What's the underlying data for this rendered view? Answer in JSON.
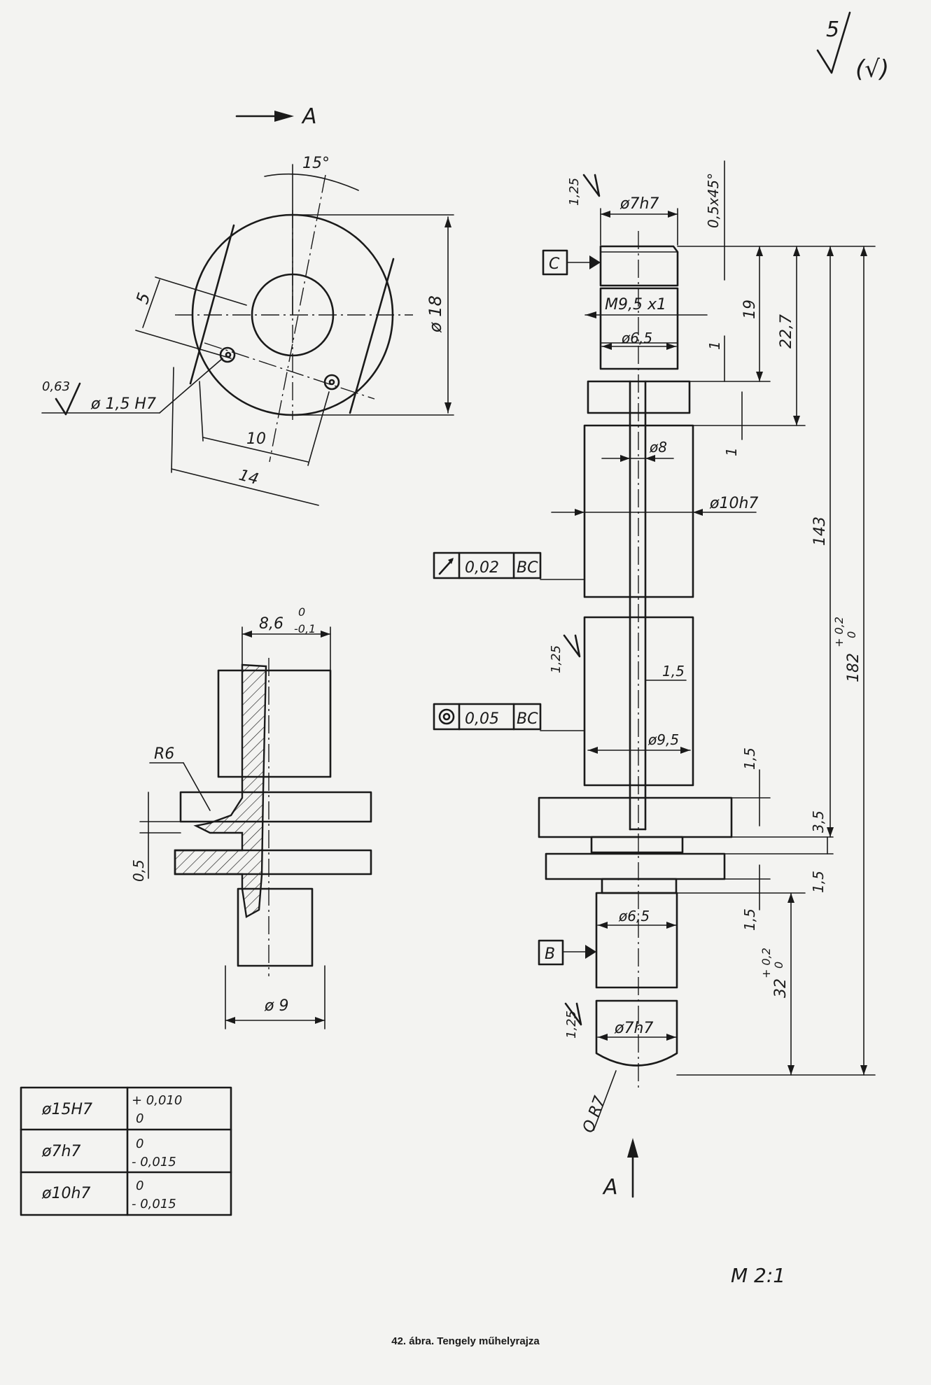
{
  "roughness": {
    "top_value": "5",
    "top_paren": "(√)",
    "hole_value": "0,63",
    "shaft_values": [
      "1,25",
      "1,25",
      "1,25"
    ]
  },
  "end_view": {
    "view_arrow": "A",
    "angle": "15°",
    "dims": {
      "width": "5",
      "dia": "ø 18",
      "hole": "ø 1,5 H7",
      "pitch_10": "10",
      "pitch_14": "14"
    }
  },
  "section_view": {
    "width": "8,6",
    "width_tol_upper": "0",
    "width_tol_lower": "-0,1",
    "radius": "R6",
    "gap": "0,5",
    "dia": "ø 9"
  },
  "shaft": {
    "datum_c": "C",
    "datum_b": "B",
    "dims": {
      "top_dia": "ø7h7",
      "chamfer": "0,5x45°",
      "thread": "M9,5 x1",
      "groove_dia": "ø6,5",
      "d19": "19",
      "d22": "22,7",
      "d1a": "1",
      "d1b": "1",
      "bore": "ø8",
      "main_dia": "ø10h7",
      "d143": "143",
      "d182": "182",
      "d182_tol_upper": "+ 0,2",
      "d182_tol_lower": "0",
      "d15_groove": "1,5",
      "lower_bore": "ø9,5",
      "d15a": "1,5",
      "d35": "3,5",
      "d15b": "1,5",
      "d15c": "1,5",
      "neck_dia": "ø6,5",
      "d32": "32",
      "d32_tol_upper": "+ 0,2",
      "d32_tol_lower": "0",
      "bottom_dia": "ø7h7",
      "end_radius": "O R7"
    },
    "fcf_runout": {
      "symbol": "runout",
      "value": "0,02",
      "datum": "BC"
    },
    "fcf_concentric": {
      "symbol": "concentricity",
      "value": "0,05",
      "datum": "BC"
    },
    "view_arrow": "A"
  },
  "tolerance_table": {
    "rows": [
      {
        "fit": "ø15H7",
        "upper": "+ 0,010",
        "lower": "0"
      },
      {
        "fit": "ø7h7",
        "upper": "0",
        "lower": "- 0,015"
      },
      {
        "fit": "ø10h7",
        "upper": "0",
        "lower": "- 0,015"
      }
    ]
  },
  "scale": "M 2:1",
  "caption": "42. ábra. Tengely műhelyrajza"
}
